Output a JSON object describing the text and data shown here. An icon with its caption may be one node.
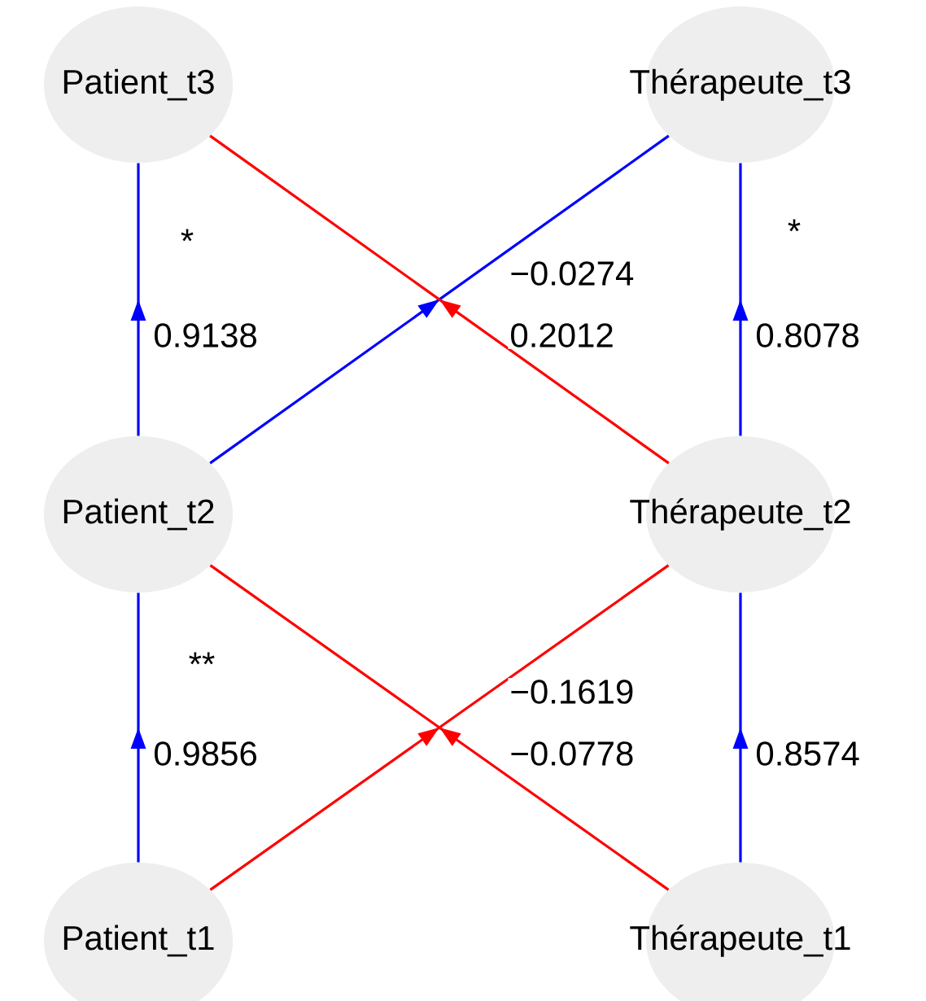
{
  "diagram": {
    "nodes": [
      {
        "text": [
          "Patient_t3"
        ]
      },
      {
        "text": [
          "Thérapeute_t3"
        ]
      },
      {
        "text": [
          "Patient_t2"
        ]
      },
      {
        "text": [
          "Thérapeute_t2"
        ]
      },
      {
        "text": [
          "Patient_t1"
        ]
      },
      {
        "text": [
          "Thérapeute_t1"
        ]
      }
    ],
    "edges": [
      {
        "from": 2,
        "to": 0,
        "arrow": "to",
        "label": "0.9138"
      },
      {
        "from": 3,
        "to": 1,
        "arrow": "to",
        "label": "0.8078"
      },
      {
        "from": 2,
        "to": 1,
        "arrow": "to",
        "label": "−0.0274"
      },
      {
        "from": 3,
        "to": 0,
        "arrow": "to",
        "label": "0.2012",
        "color": "#ff0000"
      },
      {
        "from": 4,
        "to": 2,
        "arrow": "to",
        "label": "0.9856"
      },
      {
        "from": 5,
        "to": 3,
        "arrow": "to",
        "label": "0.8574"
      },
      {
        "from": 4,
        "to": 3,
        "arrow": "to",
        "label": "−0.1619",
        "color": "#ff0000"
      },
      {
        "from": 5,
        "to": 2,
        "arrow": "to",
        "label": "−0.0778",
        "color": "#ff0000"
      }
    ],
    "labels": [
      "*",
      "*",
      "**"
    ]
  }
}
